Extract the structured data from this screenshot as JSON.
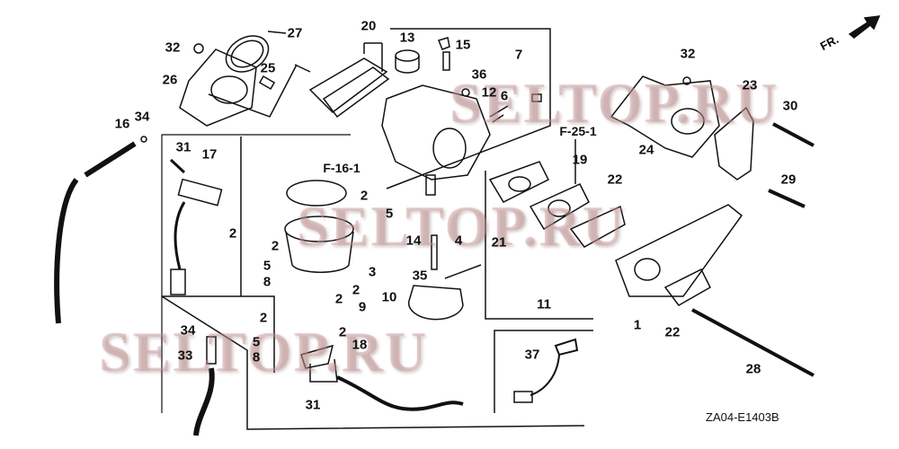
{
  "diagram_code": "ZA04-E1403B",
  "direction_label": "FR.",
  "watermarks": [
    "SELTOP.RU",
    "SELTOP.RU",
    "SELTOP.RU"
  ],
  "references": [
    "F-16-1",
    "F-25-1"
  ],
  "callouts": [
    "27",
    "20",
    "13",
    "15",
    "32",
    "25",
    "26",
    "36",
    "7",
    "12",
    "6",
    "16",
    "34",
    "31",
    "17",
    "19",
    "22",
    "24",
    "32",
    "23",
    "30",
    "29",
    "2",
    "5",
    "2",
    "2",
    "5",
    "8",
    "14",
    "4",
    "21",
    "3",
    "35",
    "2",
    "10",
    "2",
    "9",
    "11",
    "1",
    "22",
    "2",
    "5",
    "8",
    "34",
    "33",
    "2",
    "18",
    "37",
    "28",
    "31"
  ]
}
